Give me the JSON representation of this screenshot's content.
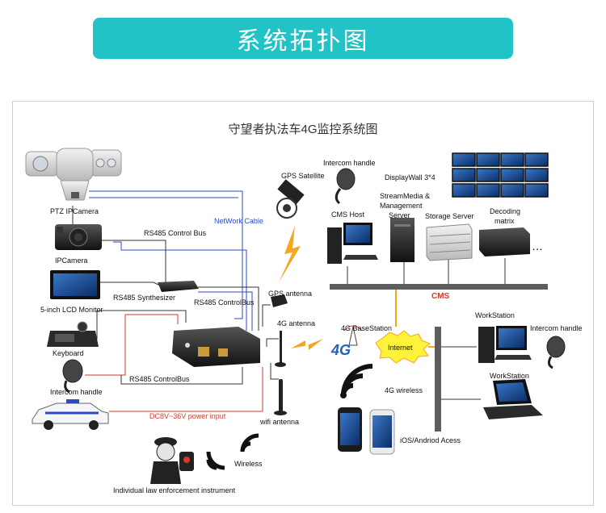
{
  "banner": {
    "title": "系统拓扑图"
  },
  "diagram": {
    "title": "守望者执法车4G监控系统图",
    "labels": {
      "ptz_camera": "PTZ IPCamera",
      "ip_camera": "IPCamera",
      "lcd_monitor": "5-inch  LCD Monitor",
      "keyboard": "Keyboard",
      "intercom_left": "Intercom handle",
      "rs485_control_bus_1": "RS485 Control Bus",
      "rs485_synthesizer": "RS485 Synthesizer",
      "rs485_control_bus_2": "RS485 ControlBus",
      "rs485_control_bus_3": "RS485 ControlBus",
      "network_cable": "NetWork Cable",
      "power_input": "DC8V~36V power input",
      "gps_satellite": "GPS Satellite",
      "gps_antenna": "GPS antenna",
      "antenna_4g": "4G antenna",
      "wifi_antenna": "wifi antenna",
      "intercom_top": "Intercom handle",
      "display_wall": "DisplayWall 3*4",
      "cms_host": "CMS Host",
      "streammedia_line1": "StreamMedia &",
      "streammedia_line2": "Management",
      "streammedia_line3": "Server",
      "storage_server": "Storage Server",
      "decoding_line1": "Decoding",
      "decoding_line2": "matrix",
      "ellipsis": "…",
      "cms": "CMS",
      "base_station": "4G BaseStation",
      "logo_4g": "4G",
      "internet": "Internet",
      "wireless_4g": "4G wireless",
      "workstation_1": "WorkStation",
      "intercom_right": "Intercom handle",
      "workstation_2": "WorkStation",
      "ios_android": "iOS/Andriod Acess",
      "wireless": "Wireless",
      "individual": "Individual law enforcement instrument"
    }
  },
  "colors": {
    "banner": "#22c3c7",
    "network_cable": "#2c49c8",
    "power_line": "#d23a2a",
    "lightning": "#f5a61c",
    "cms_orange_link": "#f5a61c",
    "internet_burst": "#fff23a"
  }
}
